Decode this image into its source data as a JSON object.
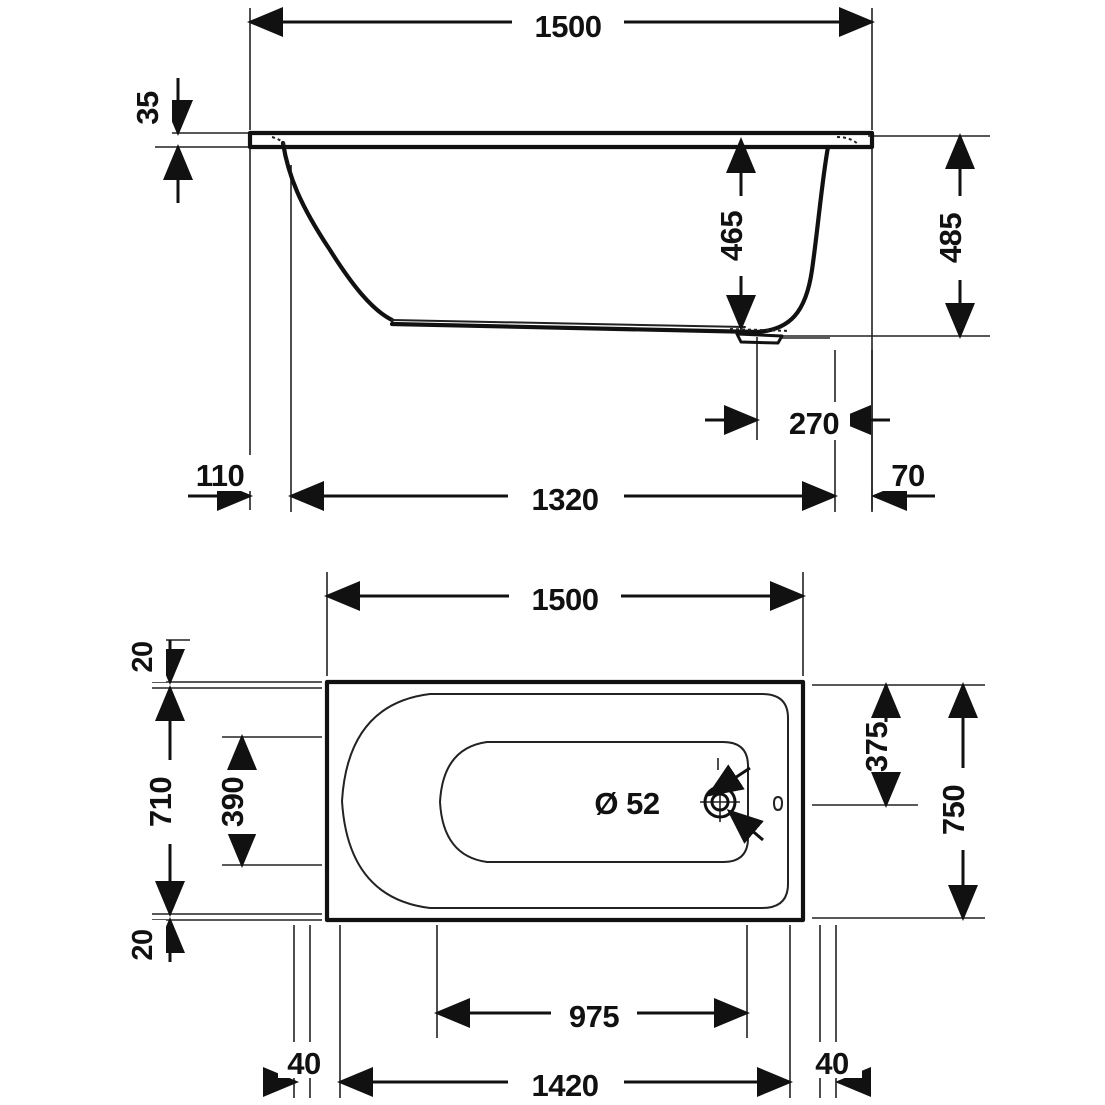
{
  "document": {
    "type": "technical-drawing",
    "subject": "bathtub",
    "units": "mm",
    "views": [
      "side-elevation",
      "top-plan"
    ],
    "line_color": "#111111",
    "background_color": "#ffffff"
  },
  "side_view": {
    "name": "side-elevation",
    "dimensions": {
      "overall_length": "1500",
      "rim_thickness": "35",
      "interior_depth": "465",
      "overall_height": "485",
      "left_offset": "110",
      "foot_span": "1320",
      "drain_to_right_edge": "270",
      "right_offset": "70"
    }
  },
  "plan_view": {
    "name": "top-plan",
    "dimensions": {
      "overall_length": "1500",
      "top_offset": "20",
      "bottom_offset": "20",
      "inner_width": "710",
      "base_width": "390",
      "drain_from_top": "375",
      "overall_width": "750",
      "drain_to_left_foot": "975",
      "foot_span": "1420",
      "left_offset": "40",
      "right_offset": "40"
    },
    "annotations": {
      "drain_diameter": "Ø 52"
    }
  },
  "labels": {
    "d1500_top": "1500",
    "d35": "35",
    "d465": "465",
    "d485": "485",
    "d110": "110",
    "d1320": "1320",
    "d270": "270",
    "d70": "70",
    "d1500_plan": "1500",
    "d20_top": "20",
    "d710": "710",
    "d390": "390",
    "d20_bottom": "20",
    "d375": "375",
    "d750": "750",
    "d975": "975",
    "d1420": "1420",
    "d40_left": "40",
    "d40_right": "40",
    "dia52": "Ø 52"
  }
}
